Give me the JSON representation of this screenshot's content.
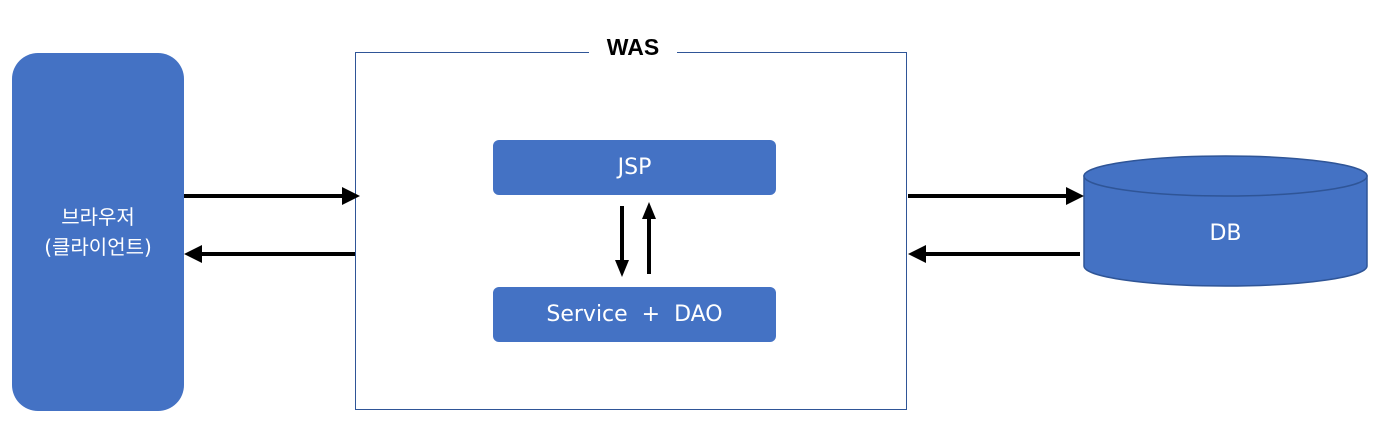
{
  "diagram": {
    "client": {
      "line1": "브라우저",
      "line2": "(클라이언트)"
    },
    "was": {
      "title": "WAS",
      "jsp": "JSP",
      "service": "Service  +  DAO"
    },
    "db": {
      "label": "DB"
    },
    "colors": {
      "box_fill": "#4472c4",
      "frame_border": "#2f5597",
      "db_border": "#2f5597",
      "arrow": "#000000"
    }
  }
}
